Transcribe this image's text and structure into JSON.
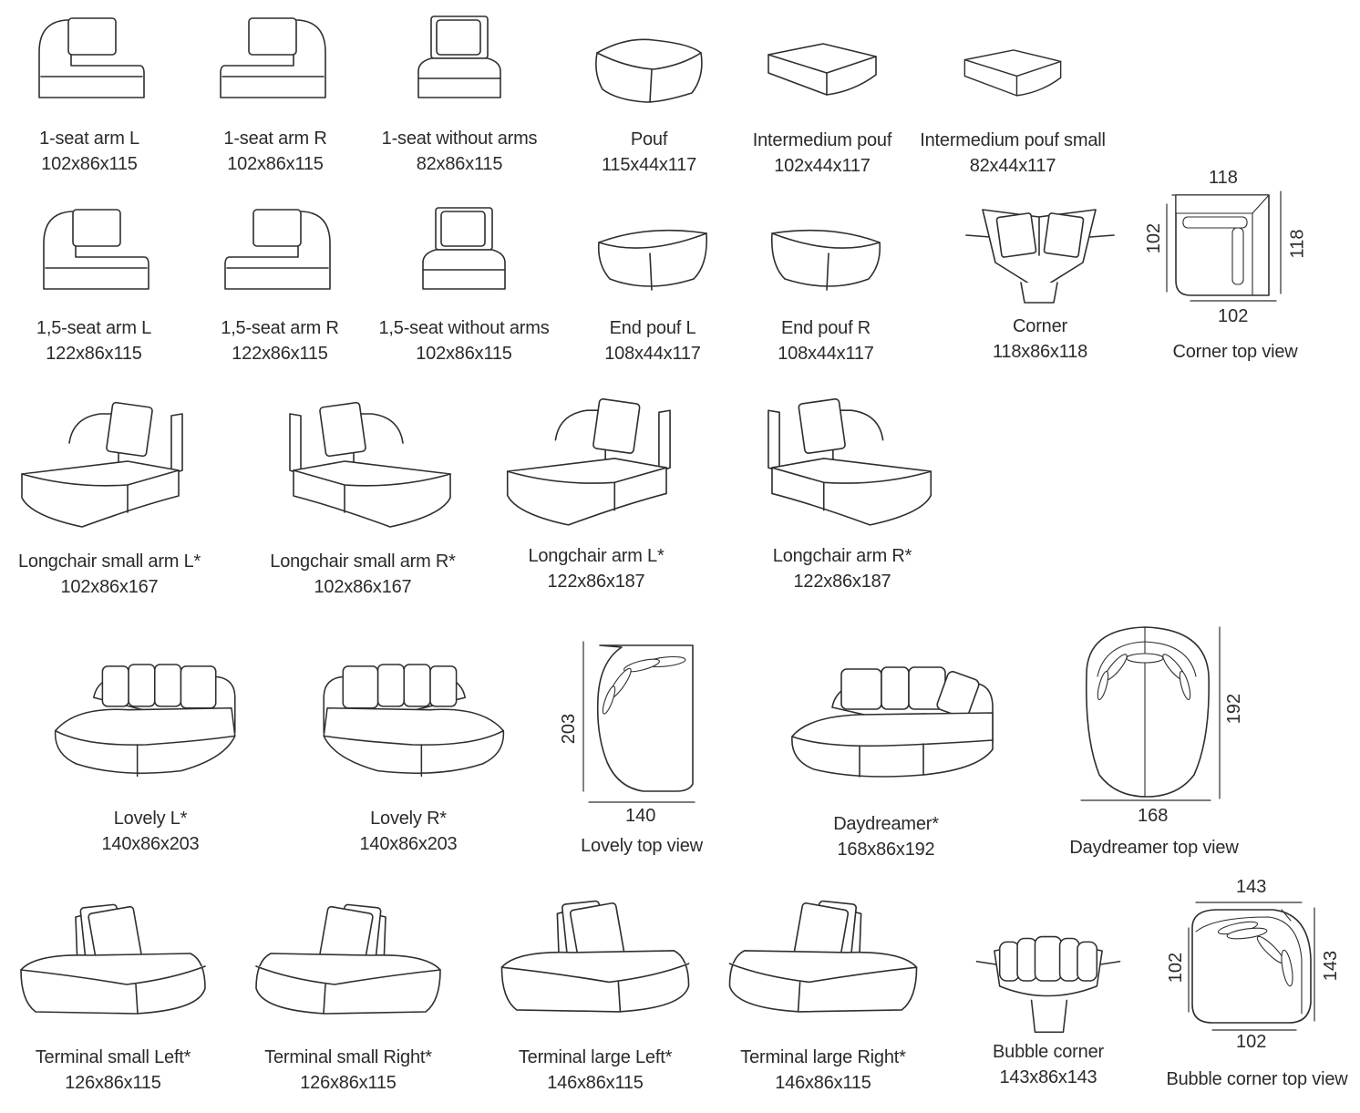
{
  "modules": [
    {
      "name": "1-seat arm L",
      "dims": "102x86x115"
    },
    {
      "name": "1-seat arm R",
      "dims": "102x86x115"
    },
    {
      "name": "1-seat without arms",
      "dims": "82x86x115"
    },
    {
      "name": "Pouf",
      "dims": "115x44x117"
    },
    {
      "name": "Intermedium pouf",
      "dims": "102x44x117"
    },
    {
      "name": "Intermedium pouf small",
      "dims": "82x44x117"
    },
    {
      "name": "1,5-seat arm L",
      "dims": "122x86x115"
    },
    {
      "name": "1,5-seat arm R",
      "dims": "122x86x115"
    },
    {
      "name": "1,5-seat without arms",
      "dims": "102x86x115"
    },
    {
      "name": "End pouf L",
      "dims": "108x44x117"
    },
    {
      "name": "End pouf R",
      "dims": "108x44x117"
    },
    {
      "name": "Corner",
      "dims": "118x86x118"
    },
    {
      "name": "Longchair small arm L*",
      "dims": "102x86x167"
    },
    {
      "name": "Longchair small arm R*",
      "dims": "102x86x167"
    },
    {
      "name": "Longchair arm L*",
      "dims": "122x86x187"
    },
    {
      "name": "Longchair arm R*",
      "dims": "122x86x187"
    },
    {
      "name": "Lovely L*",
      "dims": "140x86x203"
    },
    {
      "name": "Lovely R*",
      "dims": "140x86x203"
    },
    {
      "name": "Daydreamer*",
      "dims": "168x86x192"
    },
    {
      "name": "Terminal small Left*",
      "dims": "126x86x115"
    },
    {
      "name": "Terminal small Right*",
      "dims": "126x86x115"
    },
    {
      "name": "Terminal large Left*",
      "dims": "146x86x115"
    },
    {
      "name": "Terminal large Right*",
      "dims": "146x86x115"
    },
    {
      "name": "Bubble corner",
      "dims": "143x86x143"
    }
  ],
  "top_views": {
    "corner": {
      "title": "Corner top view",
      "top": "118",
      "bottom": "102",
      "left": "102",
      "right": "118"
    },
    "lovely": {
      "title": "Lovely top view",
      "width": "140",
      "depth": "203"
    },
    "daydreamer": {
      "title": "Daydreamer top view",
      "width": "168",
      "depth": "192"
    },
    "bubble": {
      "title": "Bubble corner top view",
      "top": "143",
      "bottom": "102",
      "left": "102",
      "right": "143"
    }
  }
}
